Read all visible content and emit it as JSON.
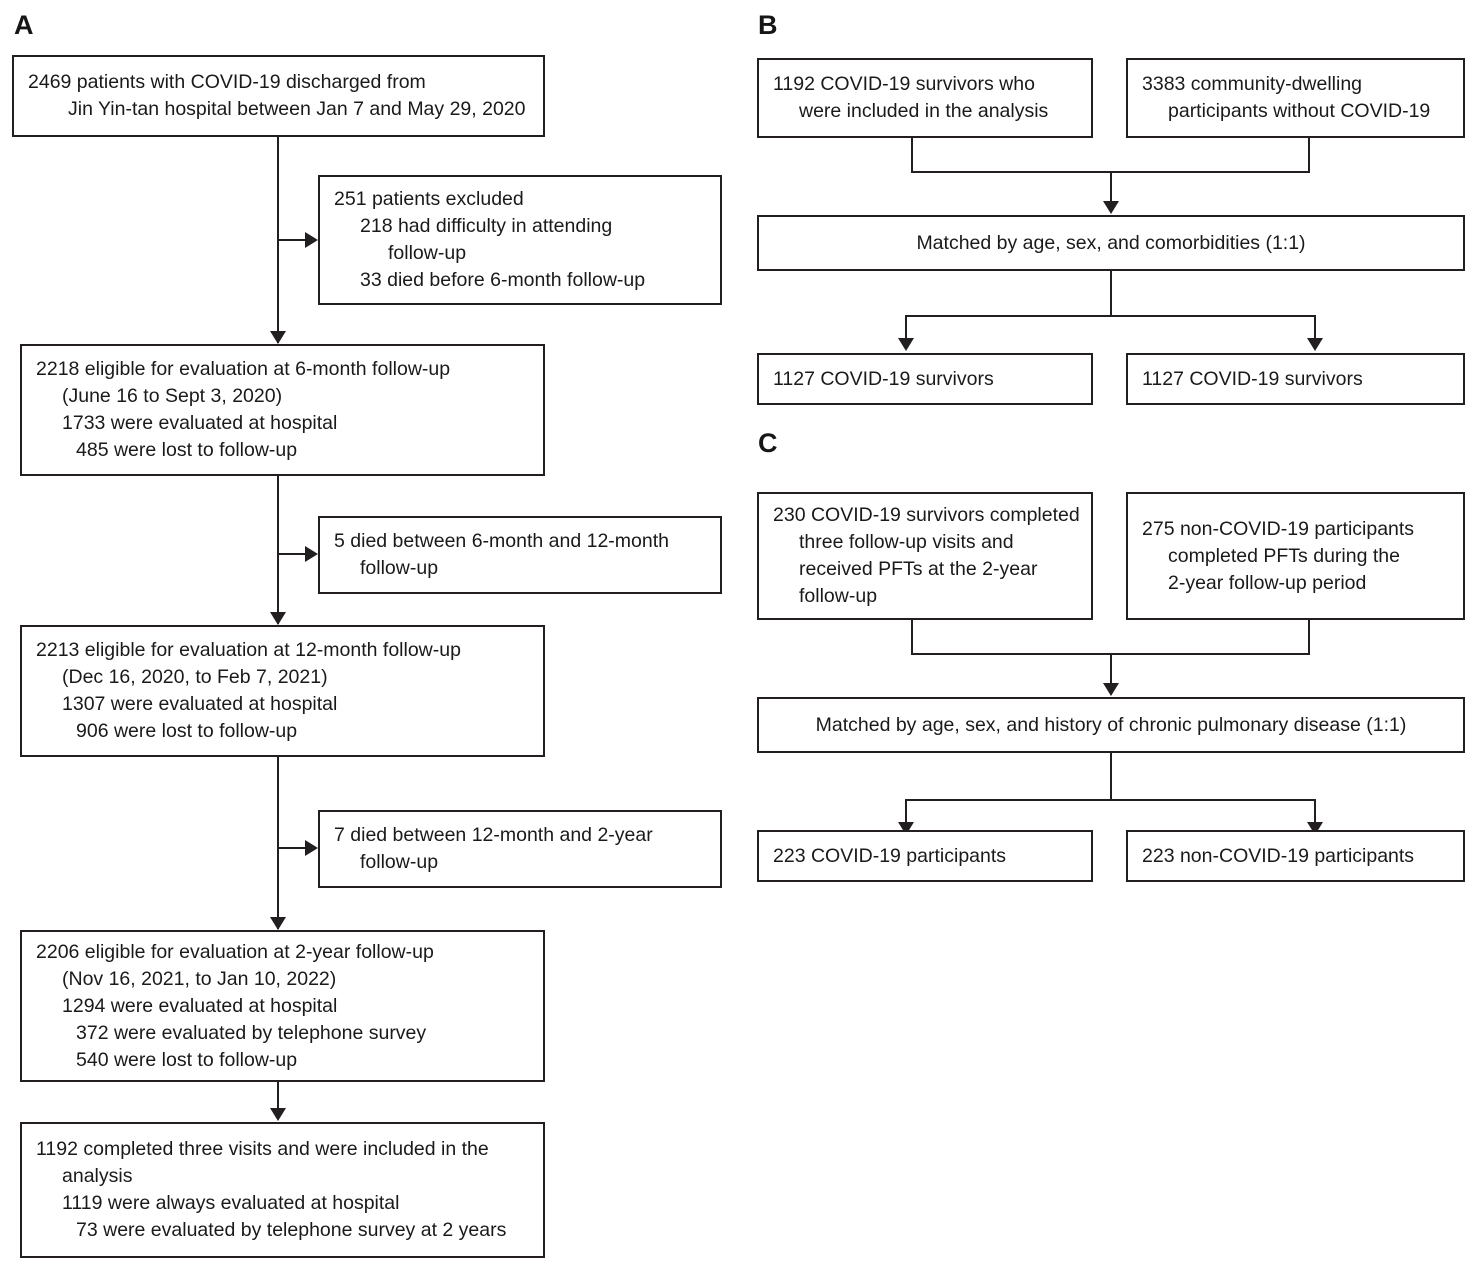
{
  "figure": {
    "type": "flowchart",
    "panels": [
      {
        "id": "A",
        "letter": "A",
        "nodes": [
          {
            "name": "discharged-cohort",
            "lines": [
              {
                "text": "2469 patients with COVID-19 discharged from",
                "indent": 0
              },
              {
                "text": "Jin Yin-tan hospital between Jan 7 and May 29, 2020",
                "indent": 1
              }
            ]
          },
          {
            "name": "excluded",
            "lines": [
              {
                "text": "251 patients excluded",
                "indent": 0
              },
              {
                "text": "218 had difficulty in attending",
                "indent": 1
              },
              {
                "text": "follow-up",
                "indent": 3
              },
              {
                "text": "33 died before 6-month follow-up",
                "indent": 1
              }
            ]
          },
          {
            "name": "eligible-6-month",
            "lines": [
              {
                "text": "2218 eligible for evaluation at 6-month follow-up",
                "indent": 0
              },
              {
                "text": "(June 16 to Sept 3, 2020)",
                "indent": 1
              },
              {
                "text": "1733 were evaluated at hospital",
                "indent": 1
              },
              {
                "text": "485 were lost to follow-up",
                "indent": 2
              }
            ]
          },
          {
            "name": "died-6-to-12-month",
            "lines": [
              {
                "text": "5 died between 6-month and 12-month",
                "indent": 0
              },
              {
                "text": "follow-up",
                "indent": 1
              }
            ]
          },
          {
            "name": "eligible-12-month",
            "lines": [
              {
                "text": "2213 eligible for evaluation at 12-month follow-up",
                "indent": 0
              },
              {
                "text": "(Dec 16, 2020, to Feb 7, 2021)",
                "indent": 1
              },
              {
                "text": "1307 were evaluated at hospital",
                "indent": 1
              },
              {
                "text": "906 were lost to follow-up",
                "indent": 2
              }
            ]
          },
          {
            "name": "died-12-month-to-2-year",
            "lines": [
              {
                "text": "7 died between 12-month and 2-year",
                "indent": 0
              },
              {
                "text": "follow-up",
                "indent": 1
              }
            ]
          },
          {
            "name": "eligible-2-year",
            "lines": [
              {
                "text": "2206 eligible for evaluation at 2-year follow-up",
                "indent": 0
              },
              {
                "text": "(Nov 16, 2021, to Jan 10, 2022)",
                "indent": 1
              },
              {
                "text": "1294 were evaluated at hospital",
                "indent": 1
              },
              {
                "text": "372 were evaluated by telephone survey",
                "indent": 2
              },
              {
                "text": "540 were lost to follow-up",
                "indent": 2
              }
            ]
          },
          {
            "name": "included-in-analysis",
            "lines": [
              {
                "text": "1192 completed three visits and were included in the",
                "indent": 0
              },
              {
                "text": "analysis",
                "indent": 1
              },
              {
                "text": "1119 were always evaluated at hospital",
                "indent": 1
              },
              {
                "text": "73 were evaluated by telephone survey at 2 years",
                "indent": 2
              }
            ]
          }
        ]
      },
      {
        "id": "B",
        "letter": "B",
        "nodes": [
          {
            "name": "survivors-included",
            "lines": [
              {
                "text": "1192 COVID-19 survivors who",
                "indent": 0
              },
              {
                "text": "were included in the analysis",
                "indent": 1
              }
            ]
          },
          {
            "name": "community-participants",
            "lines": [
              {
                "text": "3383 community-dwelling",
                "indent": 0
              },
              {
                "text": "participants without COVID-19",
                "indent": 1
              }
            ]
          },
          {
            "name": "matched-comorbidities",
            "lines": [
              {
                "text": "Matched by age, sex, and comorbidities (1:1)",
                "indent": 0
              }
            ]
          },
          {
            "name": "matched-left-group",
            "lines": [
              {
                "text": "1127 COVID-19 survivors",
                "indent": 0
              }
            ]
          },
          {
            "name": "matched-right-group",
            "lines": [
              {
                "text": "1127 COVID-19 survivors",
                "indent": 0
              }
            ]
          }
        ]
      },
      {
        "id": "C",
        "letter": "C",
        "nodes": [
          {
            "name": "covid-pft-group",
            "lines": [
              {
                "text": "230 COVID-19 survivors completed",
                "indent": 0
              },
              {
                "text": "three follow-up visits and",
                "indent": 1
              },
              {
                "text": "received PFTs at the 2-year",
                "indent": 1
              },
              {
                "text": "follow-up",
                "indent": 1
              }
            ]
          },
          {
            "name": "non-covid-pft-group",
            "lines": [
              {
                "text": "275 non-COVID-19 participants",
                "indent": 0
              },
              {
                "text": "completed PFTs during the",
                "indent": 1
              },
              {
                "text": "2-year follow-up period",
                "indent": 1
              }
            ]
          },
          {
            "name": "matched-pulmonary",
            "lines": [
              {
                "text": "Matched by age, sex, and history of chronic pulmonary disease (1:1)",
                "indent": 0
              }
            ]
          },
          {
            "name": "matched-covid-participants",
            "lines": [
              {
                "text": "223 COVID-19 participants",
                "indent": 0
              }
            ]
          },
          {
            "name": "matched-non-covid-participants",
            "lines": [
              {
                "text": "223 non-COVID-19 participants",
                "indent": 0
              }
            ]
          }
        ]
      }
    ],
    "colors": {
      "stroke": "#231f20",
      "text": "#1a1a1a",
      "background": "#ffffff"
    }
  }
}
